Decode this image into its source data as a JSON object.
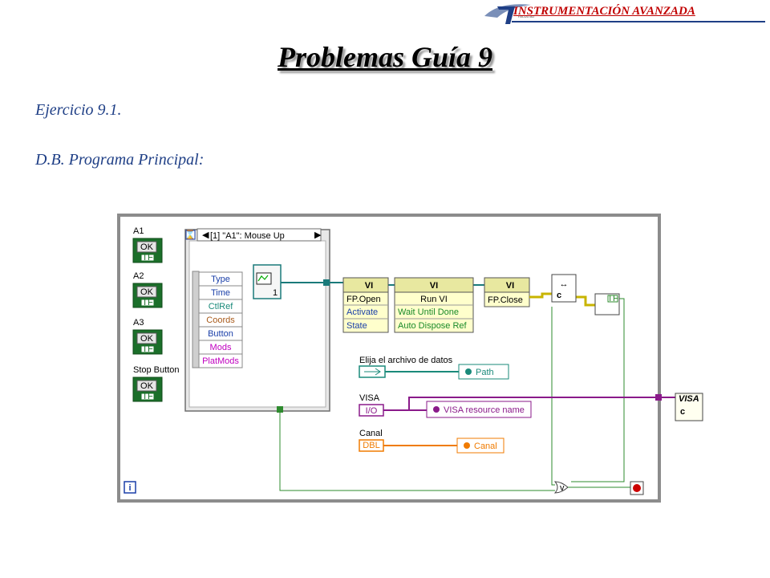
{
  "header": {
    "text": "INSTRUMENTACIÓN AVANZADA"
  },
  "title": "Problemas Guía 9",
  "exercise": "Ejercicio 9.1.",
  "section": "D.B. Programa Principal:",
  "diagram": {
    "controls": [
      {
        "label": "A1",
        "glyph": "OK",
        "tag": "TF"
      },
      {
        "label": "A2",
        "glyph": "OK",
        "tag": "TF"
      },
      {
        "label": "A3",
        "glyph": "OK",
        "tag": "TF"
      },
      {
        "label": "Stop Button",
        "glyph": "OK",
        "tag": "TF"
      }
    ],
    "event_case": "[1] \"A1\": Mouse Up",
    "event_data": [
      "Type",
      "Time",
      "CtlRef",
      "Coords",
      "Button",
      "Mods",
      "PlatMods"
    ],
    "event_data_colors": [
      "#1a3fa8",
      "#1a3fa8",
      "#1a8a7a",
      "#a85a1a",
      "#1a3fa8",
      "#c000c0",
      "#c000c0"
    ],
    "vi_ref_number": "1",
    "fp_open": {
      "glyph": "VI",
      "name": "FP.Open",
      "props": [
        "Activate",
        "State"
      ]
    },
    "run_vi": {
      "glyph": "VI",
      "name": "Run VI",
      "props": [
        "Wait Until Done",
        "Auto Dispose Ref"
      ]
    },
    "fp_close": {
      "glyph": "VI",
      "name": "FP.Close"
    },
    "error_tag": "TF",
    "file_control": {
      "label": "Elija el archivo de datos",
      "local": "Path"
    },
    "visa_control": {
      "label": "VISA",
      "glyph": "I/O",
      "local": "VISA resource name",
      "close_label": "VISA"
    },
    "canal_control": {
      "label": "Canal",
      "glyph": "DBL",
      "local": "Canal"
    },
    "loop_iteration": "i",
    "colors": {
      "frame": "#8c8c8c",
      "ref_wire": "#1a7a7a",
      "error_wire": "#c8b400",
      "path_wire": "#1a8a7a",
      "visa_wire": "#8a1a8a",
      "dbl_wire": "#f07b00",
      "bool_wire": "#2e8b2e",
      "stop": "#cc0000"
    }
  }
}
